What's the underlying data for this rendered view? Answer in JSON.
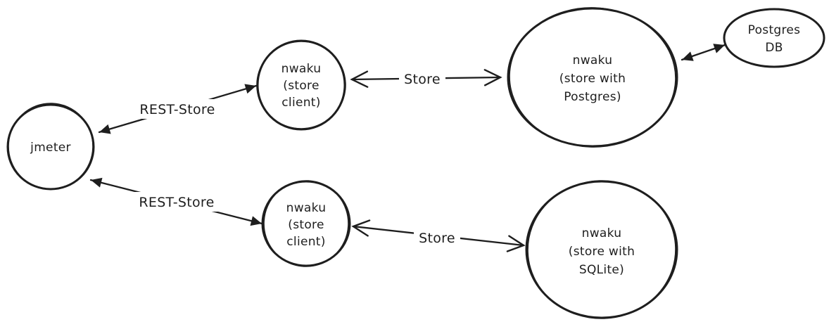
{
  "diagram": {
    "colors": {
      "stroke": "#1e1e1e",
      "background": "#ffffff"
    },
    "nodes": {
      "jmeter": {
        "line1": "jmeter"
      },
      "store_client_top": {
        "line1": "nwaku",
        "line2": "(store",
        "line3": "client)"
      },
      "store_postgres": {
        "line1": "nwaku",
        "line2": "(store with",
        "line3": "Postgres)"
      },
      "postgres_db": {
        "line1": "Postgres",
        "line2": "DB"
      },
      "store_client_bottom": {
        "line1": "nwaku",
        "line2": "(store",
        "line3": "client)"
      },
      "store_sqlite": {
        "line1": "nwaku",
        "line2": "(store with",
        "line3": "SQLite)"
      }
    },
    "edges": {
      "rest_store_top": {
        "label": "REST-Store"
      },
      "store_top": {
        "label": "Store"
      },
      "db_link": {
        "label": ""
      },
      "rest_store_bottom": {
        "label": "REST-Store"
      },
      "store_bottom": {
        "label": "Store"
      }
    }
  }
}
